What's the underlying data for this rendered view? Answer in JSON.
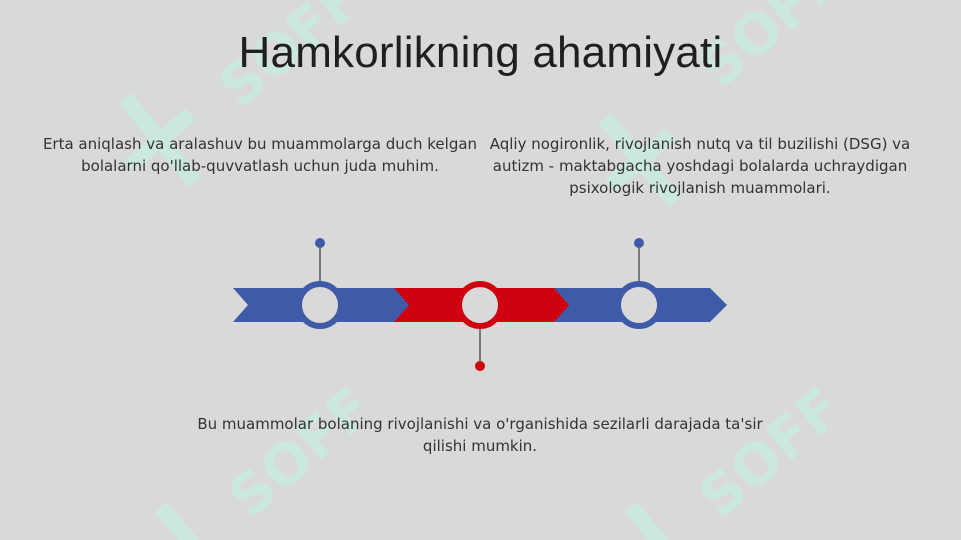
{
  "slide": {
    "title": "Hamkorlikning ahamiyati",
    "points": [
      {
        "text": "Erta aniqlash va aralashuv bu muammolarga duch kelgan bolalarni qo'llab-quvvatlash uchun juda muhim."
      },
      {
        "text": "Aqliy nogironlik, rivojlanish nutq va til buzilishi (DSG) va autizm - maktabgacha yoshdagi bolalarda uchraydigan psixologik rivojlanish muammolari."
      },
      {
        "text": "Bu muammolar bolaning rivojlanishi va o'rganishida sezilarli darajada ta'sir qilishi mumkin."
      }
    ]
  },
  "timeline": {
    "segments": [
      {
        "color": "#3f5aa7"
      },
      {
        "color": "#d0020f"
      },
      {
        "color": "#3f5aa7"
      }
    ]
  },
  "watermark": {
    "text": "SOFF",
    "color": "#c6ede0"
  },
  "colors": {
    "background": "#d9d9d9",
    "title": "#1f1f1f",
    "body_text": "#333333"
  }
}
